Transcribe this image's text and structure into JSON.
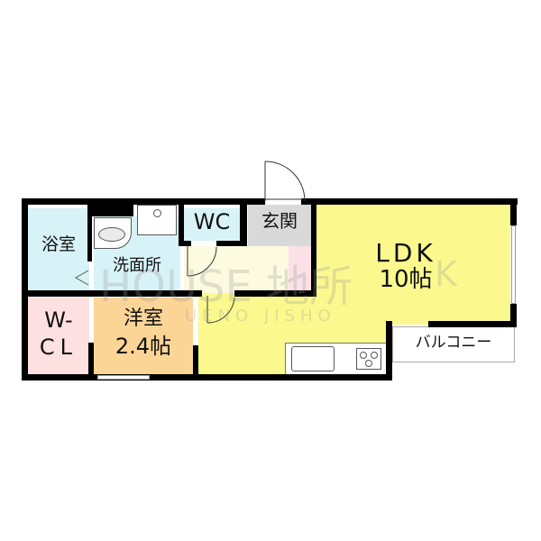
{
  "floorplan": {
    "rooms": {
      "bathroom": {
        "label": "浴室",
        "color": "#d8f3f8"
      },
      "washroom": {
        "label": "洗面所",
        "color": "#d8f3f8"
      },
      "wc": {
        "label": "WC",
        "color": "#d8f3f8"
      },
      "entrance": {
        "label": "玄関",
        "color": "#d9d9d9"
      },
      "ldk": {
        "label": "LDK",
        "size": "10帖",
        "color": "#fbf98e"
      },
      "western_room": {
        "label": "洋室",
        "size": "2.4帖",
        "color": "#fad596"
      },
      "walk_in_closet": {
        "label_line1": "W-",
        "label_line2": "CL",
        "color": "#fde0e0"
      },
      "balcony": {
        "label": "バルコニー",
        "color": "#ffffff"
      },
      "hallway": {
        "color": "#fcfbe0"
      },
      "shoe_closet": {
        "color": "#fbe0e6"
      }
    },
    "watermark": {
      "main": "HOUSE 地所",
      "sub": "UENO JISHO",
      "tail": "K"
    },
    "colors": {
      "wall": "#000000",
      "fixture_stroke": "#555555"
    }
  }
}
